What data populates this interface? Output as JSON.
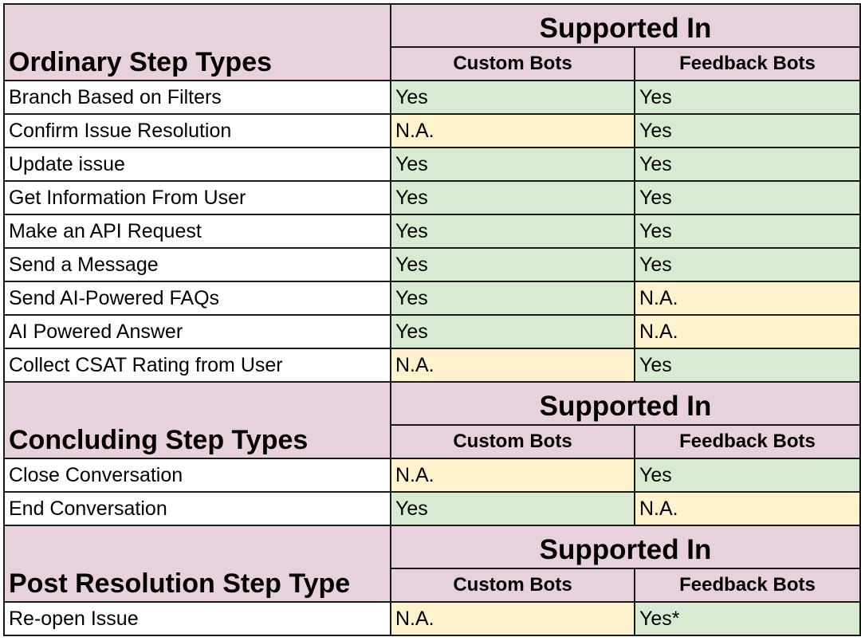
{
  "sections": [
    {
      "title": "Ordinary Step Types",
      "supported_label": "Supported In",
      "columns": [
        "Custom Bots",
        "Feedback Bots"
      ],
      "rows": [
        {
          "name": "Branch Based on Filters",
          "custom": "Yes",
          "feedback": "Yes"
        },
        {
          "name": "Confirm Issue Resolution",
          "custom": "N.A.",
          "feedback": "Yes"
        },
        {
          "name": "Update issue",
          "custom": "Yes",
          "feedback": "Yes"
        },
        {
          "name": "Get Information From User",
          "custom": "Yes",
          "feedback": "Yes"
        },
        {
          "name": "Make an API Request",
          "custom": "Yes",
          "feedback": "Yes"
        },
        {
          "name": "Send a Message",
          "custom": "Yes",
          "feedback": "Yes"
        },
        {
          "name": "Send AI-Powered FAQs",
          "custom": "Yes",
          "feedback": "N.A."
        },
        {
          "name": "AI Powered Answer",
          "custom": "Yes",
          "feedback": "N.A."
        },
        {
          "name": "Collect CSAT Rating from User",
          "custom": "N.A.",
          "feedback": "Yes"
        }
      ]
    },
    {
      "title": "Concluding Step Types",
      "supported_label": "Supported In",
      "columns": [
        "Custom Bots",
        "Feedback Bots"
      ],
      "rows": [
        {
          "name": "Close Conversation",
          "custom": "N.A.",
          "feedback": "Yes"
        },
        {
          "name": "End Conversation",
          "custom": "Yes",
          "feedback": "N.A."
        }
      ]
    },
    {
      "title": "Post Resolution Step Type",
      "supported_label": "Supported In",
      "columns": [
        "Custom Bots",
        "Feedback Bots"
      ],
      "rows": [
        {
          "name": "Re-open Issue",
          "custom": "N.A.",
          "feedback": "Yes*"
        }
      ]
    }
  ],
  "colors": {
    "header_bg": "#e6d1dc",
    "yes_bg": "#d9ead3",
    "na_bg": "#fff2cc",
    "label_bg": "#ffffff"
  }
}
